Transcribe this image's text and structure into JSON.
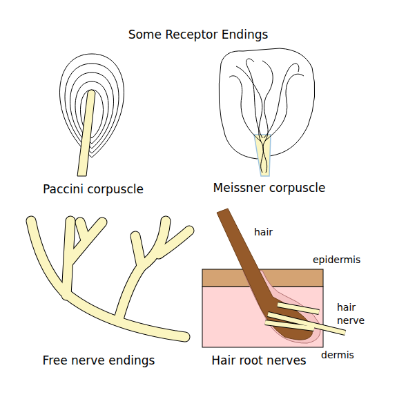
{
  "diagram": {
    "title": "Some Receptor Endings",
    "labels": [
      "Paccini corpuscle",
      "Meissner corpuscle",
      "hair",
      "epidermis",
      "hair nerve",
      "dermis",
      "Free nerve endings",
      "Hair root nerves"
    ]
  }
}
